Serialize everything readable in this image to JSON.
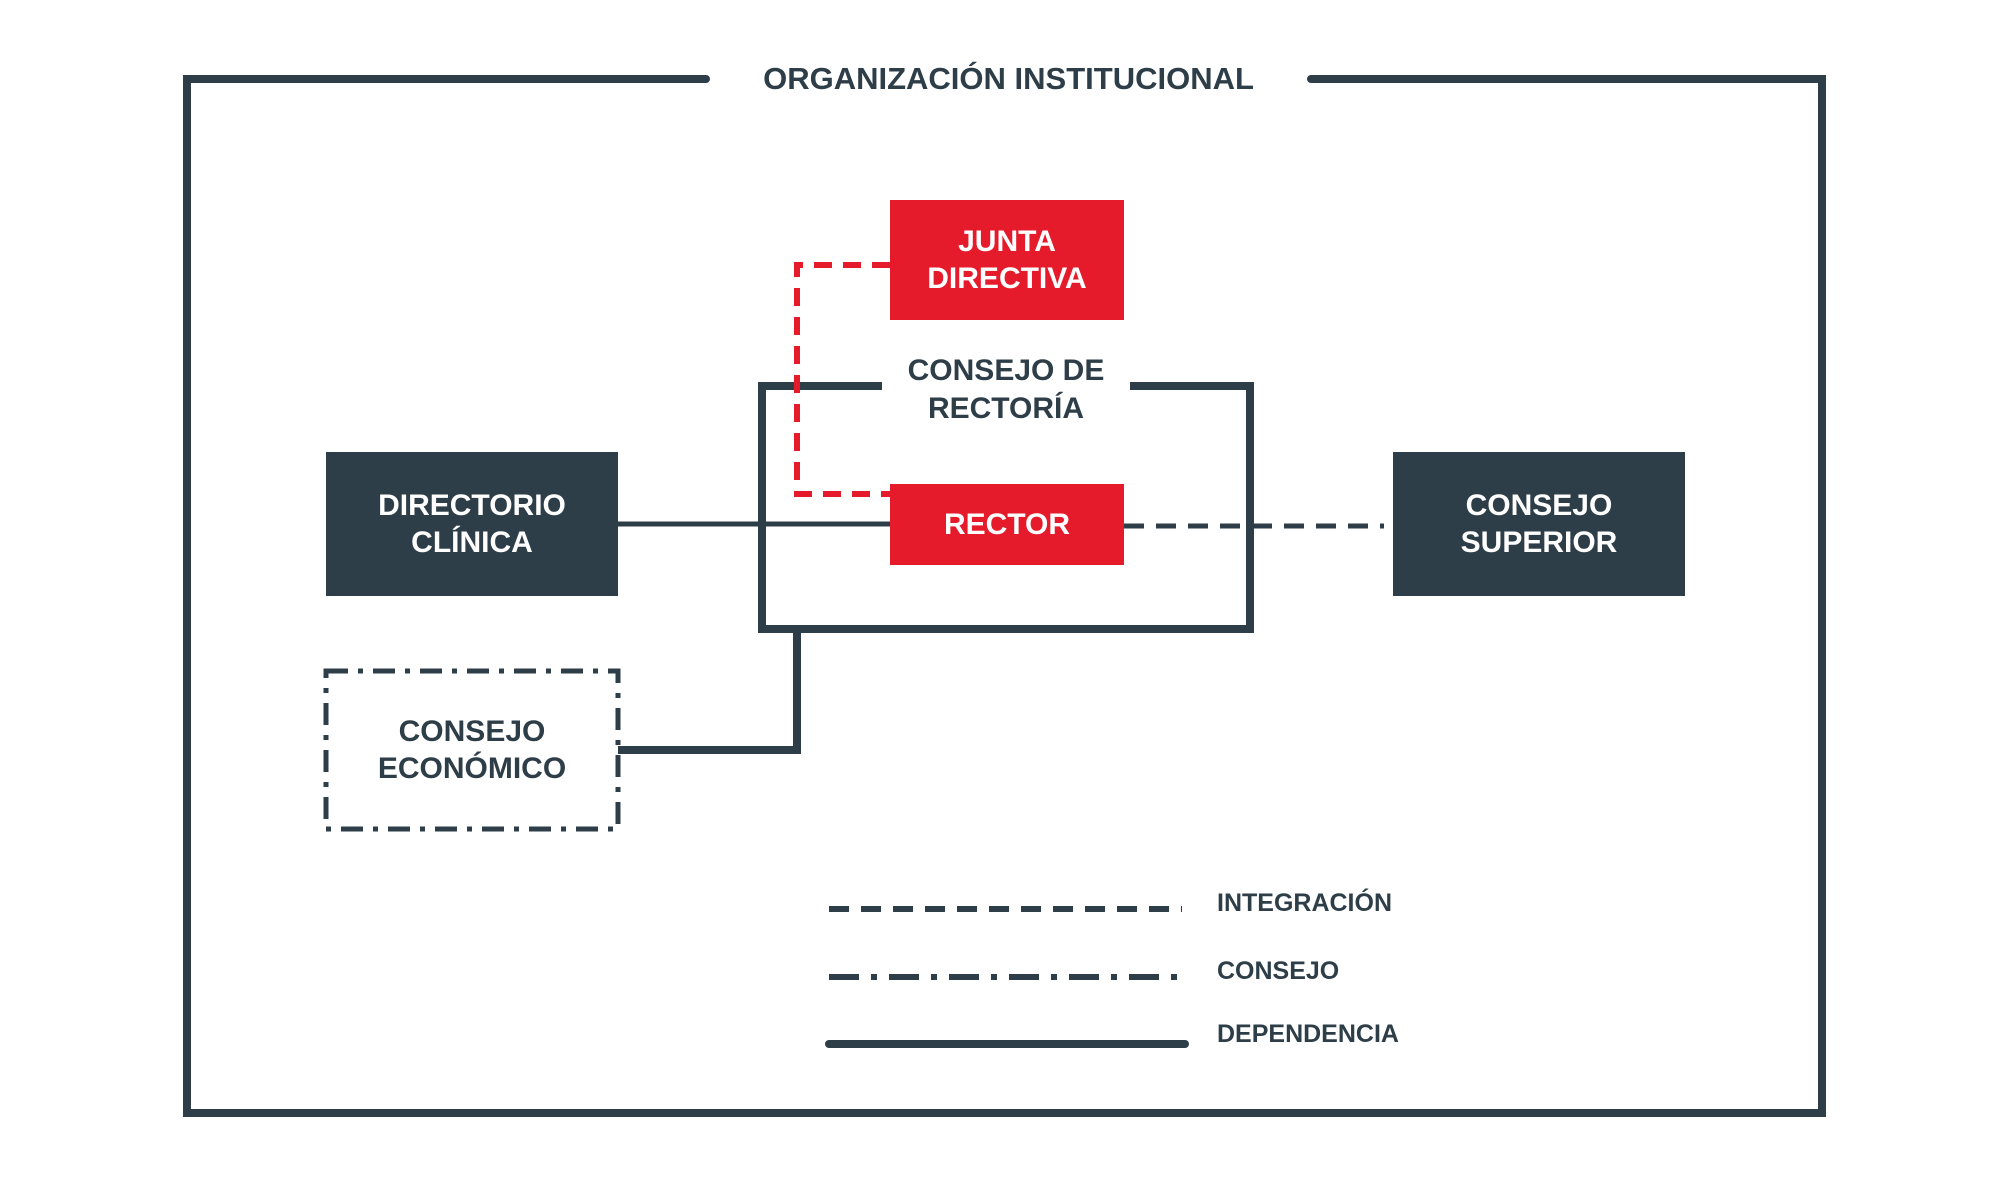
{
  "title": "ORGANIZACIÓN INSTITUCIONAL",
  "colors": {
    "dark": "#2e3e48",
    "accent": "#e51b2b"
  },
  "nodes": {
    "junta_directiva": "JUNTA\nDIRECTIVA",
    "consejo_rectoria": "CONSEJO DE\nRECTORÍA",
    "rector": "RECTOR",
    "directorio_clinica": "DIRECTORIO\nCLÍNICA",
    "consejo_superior": "CONSEJO\nSUPERIOR",
    "consejo_economico": "CONSEJO\nECONÓMICO"
  },
  "legend": {
    "integracion": "INTEGRACIÓN",
    "consejo": "CONSEJO",
    "dependencia": "DEPENDENCIA"
  }
}
